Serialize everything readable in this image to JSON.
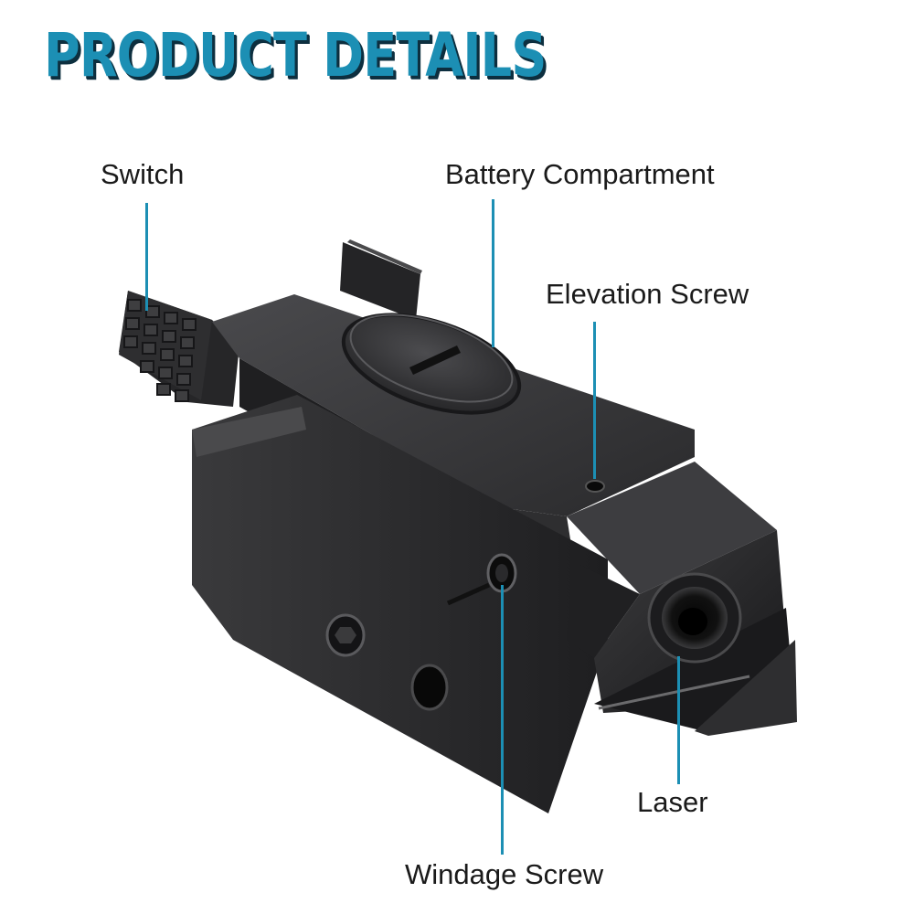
{
  "title": "PRODUCT DETAILS",
  "colors": {
    "accent": "#1c8fb4",
    "title_shadow": "#0d2f3f",
    "label_text": "#1a1a1a",
    "device_body": "#2b2b2d"
  },
  "callouts": {
    "switch": "Switch",
    "battery_compartment": "Battery Compartment",
    "elevation_screw": "Elevation Screw",
    "laser": "Laser",
    "windage_screw": "Windage Screw"
  }
}
